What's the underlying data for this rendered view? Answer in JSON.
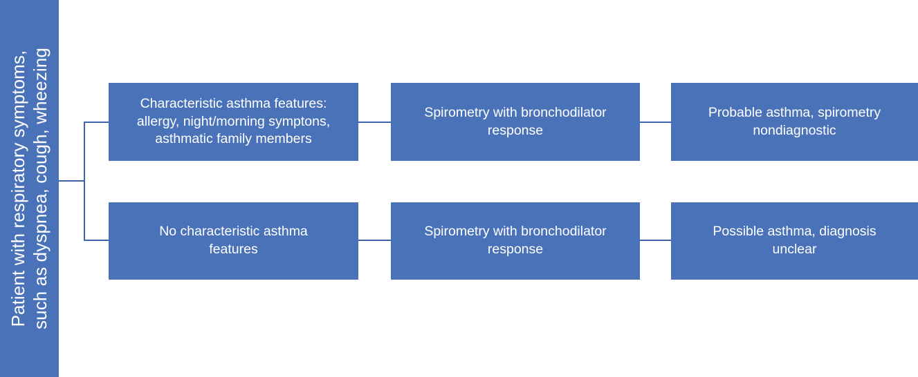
{
  "diagram": {
    "type": "flowchart",
    "title_banner": {
      "text": "Patient with respiratory symptoms,\nsuch as dyspnea, cough, wheezing",
      "orientation": "vertical-rotated-ccw"
    },
    "colors": {
      "node_fill": "#4a72b8",
      "node_text": "#ffffff",
      "connector": "#3a63ab",
      "background": "#ffffff"
    },
    "rows": [
      {
        "id": "row-characteristic-features",
        "nodes": [
          {
            "id": "r1c1",
            "label": "Characteristic asthma features:\nallergy, night/morning symptons,\nasthmatic family members"
          },
          {
            "id": "r1c2",
            "label": "Spirometry with bronchodilator\nresponse"
          },
          {
            "id": "r1c3",
            "label": "Probable asthma, spirometry\nnondiagnostic"
          }
        ]
      },
      {
        "id": "row-no-characteristic-features",
        "nodes": [
          {
            "id": "r2c1",
            "label": "No characteristic asthma\nfeatures"
          },
          {
            "id": "r2c2",
            "label": "Spirometry with bronchodilator\nresponse"
          },
          {
            "id": "r2c3",
            "label": "Possible asthma, diagnosis\nunclear"
          }
        ]
      }
    ]
  }
}
